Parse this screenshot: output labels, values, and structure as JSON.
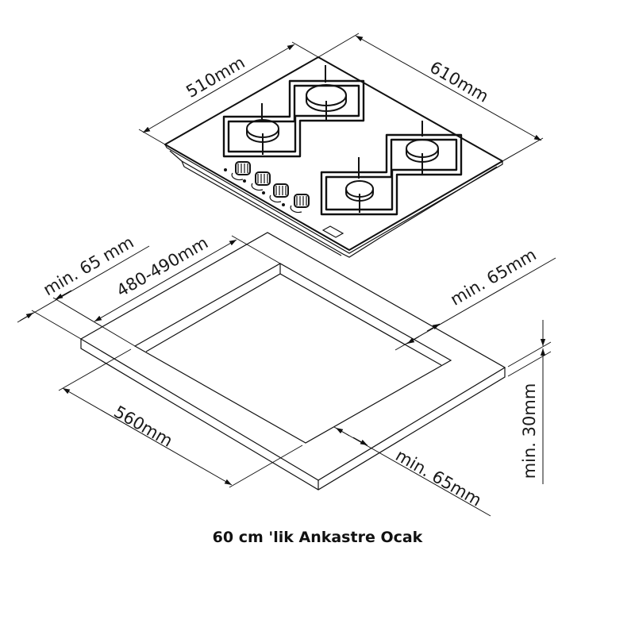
{
  "title": "60 cm 'lik Ankastre Ocak",
  "hob_dimensions": {
    "depth": "510mm",
    "width": "610mm"
  },
  "cutout_dimensions": {
    "left_margin": "min. 65 mm",
    "cutout_depth": "480-490mm",
    "back_margin": "min. 65mm",
    "cutout_width": "560mm",
    "front_margin": "min. 65mm",
    "countertop_thickness": "min. 30mm"
  }
}
